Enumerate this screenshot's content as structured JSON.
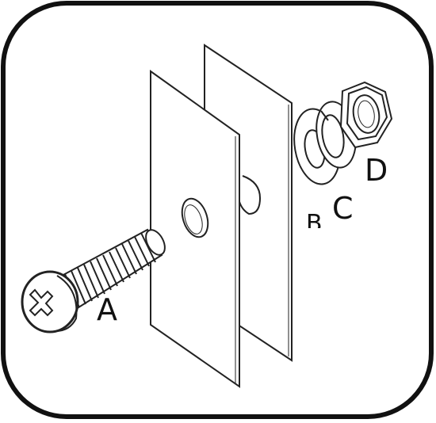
{
  "diagram": {
    "parts": [
      {
        "id": "A",
        "name": "screw"
      },
      {
        "id": "B",
        "name": "flat-washer"
      },
      {
        "id": "C",
        "name": "lock-washer"
      },
      {
        "id": "D",
        "name": "hex-nut"
      }
    ],
    "labels": {
      "a": "A",
      "b": "B",
      "c": "C",
      "d": "D"
    },
    "colors": {
      "line": "#222222",
      "frame": "#111111",
      "background": "#ffffff"
    }
  }
}
